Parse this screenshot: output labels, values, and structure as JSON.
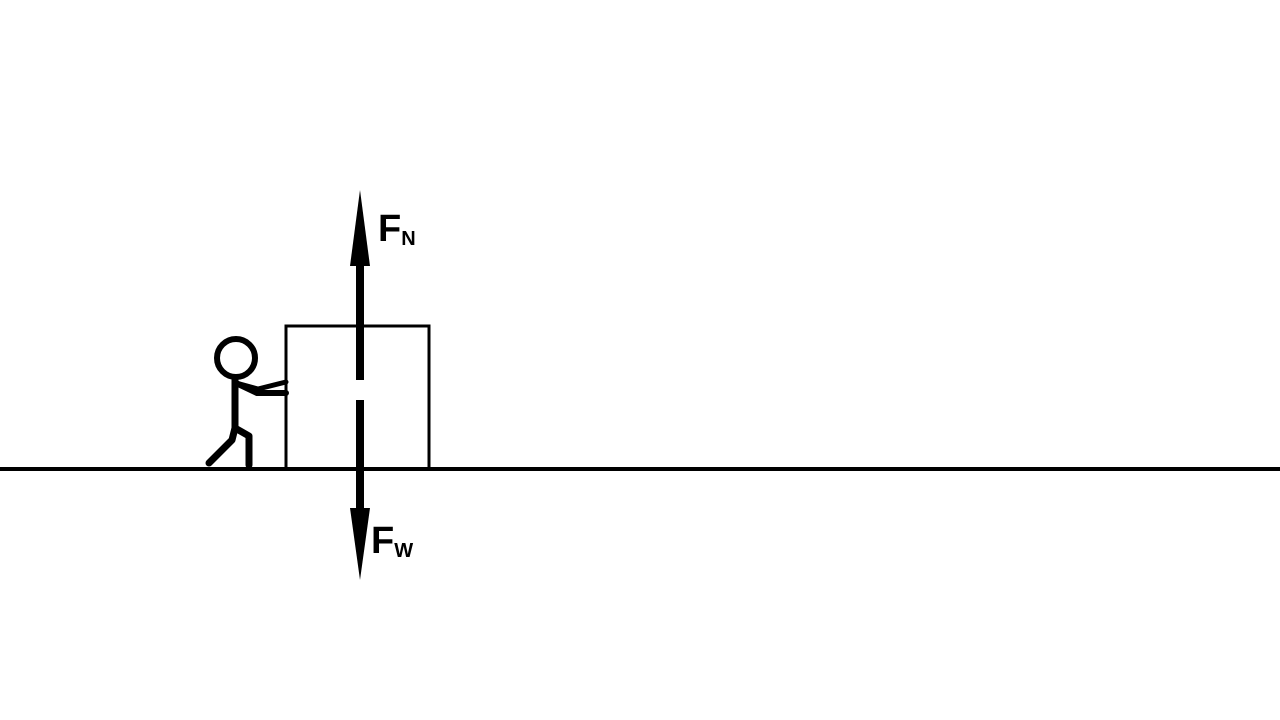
{
  "diagram": {
    "type": "free-body-diagram",
    "colors": {
      "background": "#ffffff",
      "stroke": "#000000"
    },
    "forces": [
      {
        "id": "normal",
        "label_main": "F",
        "label_sub": "N",
        "direction": "up"
      },
      {
        "id": "weight",
        "label_main": "F",
        "label_sub": "W",
        "direction": "down"
      }
    ],
    "objects": {
      "box": "box",
      "person": "stick-figure-pushing",
      "ground": "ground-line"
    }
  }
}
